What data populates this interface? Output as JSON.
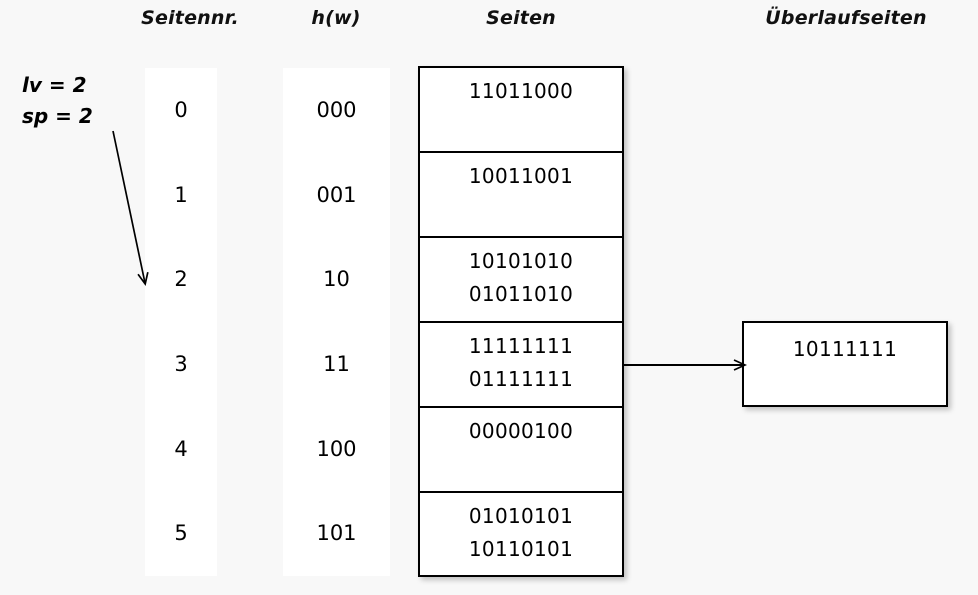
{
  "headers": {
    "page_number": "Seitennr.",
    "hash": "h(w)",
    "pages": "Seiten",
    "overflow_pages": "Überlaufseiten"
  },
  "parameters": {
    "level": "lv = 2",
    "split_pointer": "sp = 2"
  },
  "columns": {
    "page_numbers": [
      "0",
      "1",
      "2",
      "3",
      "4",
      "5"
    ],
    "hash_values": [
      "000",
      "001",
      "10",
      "11",
      "100",
      "101"
    ]
  },
  "pages": [
    {
      "entries": [
        "11011000"
      ]
    },
    {
      "entries": [
        "10011001"
      ]
    },
    {
      "entries": [
        "10101010",
        "01011010"
      ]
    },
    {
      "entries": [
        "11111111",
        "01111111"
      ]
    },
    {
      "entries": [
        "00000100"
      ]
    },
    {
      "entries": [
        "01010101",
        "10110101"
      ]
    }
  ],
  "overflow_pages": [
    {
      "entries": [
        "10111111"
      ]
    }
  ],
  "annotations": {
    "split_arrow_target_row": "2",
    "overflow_arrow_source_row": "3"
  },
  "colors": {
    "background": "#f8f8f8",
    "panel": "#ffffff",
    "stroke": "#000000"
  }
}
